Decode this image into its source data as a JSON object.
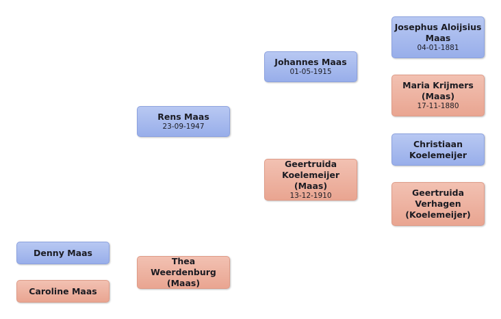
{
  "people": {
    "denny": {
      "name": "Denny Maas"
    },
    "caroline": {
      "name": "Caroline Maas"
    },
    "rens": {
      "name": "Rens Maas",
      "date": "23-09-1947"
    },
    "thea": {
      "name_lines": [
        "Thea Weerdenburg",
        "(Maas)"
      ]
    },
    "johannes": {
      "name": "Johannes Maas",
      "date": "01-05-1915"
    },
    "geertruida_k": {
      "name_lines": [
        "Geertruida",
        "Koelemeijer (Maas)"
      ],
      "date": "13-12-1910"
    },
    "josephus": {
      "name_lines": [
        "Josephus Aloijsius",
        "Maas"
      ],
      "date": "04-01-1881"
    },
    "maria": {
      "name_lines": [
        "Maria Krijmers",
        "(Maas)"
      ],
      "date": "17-11-1880"
    },
    "christiaan": {
      "name_lines": [
        "Christiaan",
        "Koelemeijer"
      ]
    },
    "geertruida_v": {
      "name_lines": [
        "Geertruida",
        "Verhagen",
        "(Koelemeijer)"
      ]
    }
  },
  "colors": {
    "male": "#a9bcee",
    "female": "#eeb4a2"
  }
}
